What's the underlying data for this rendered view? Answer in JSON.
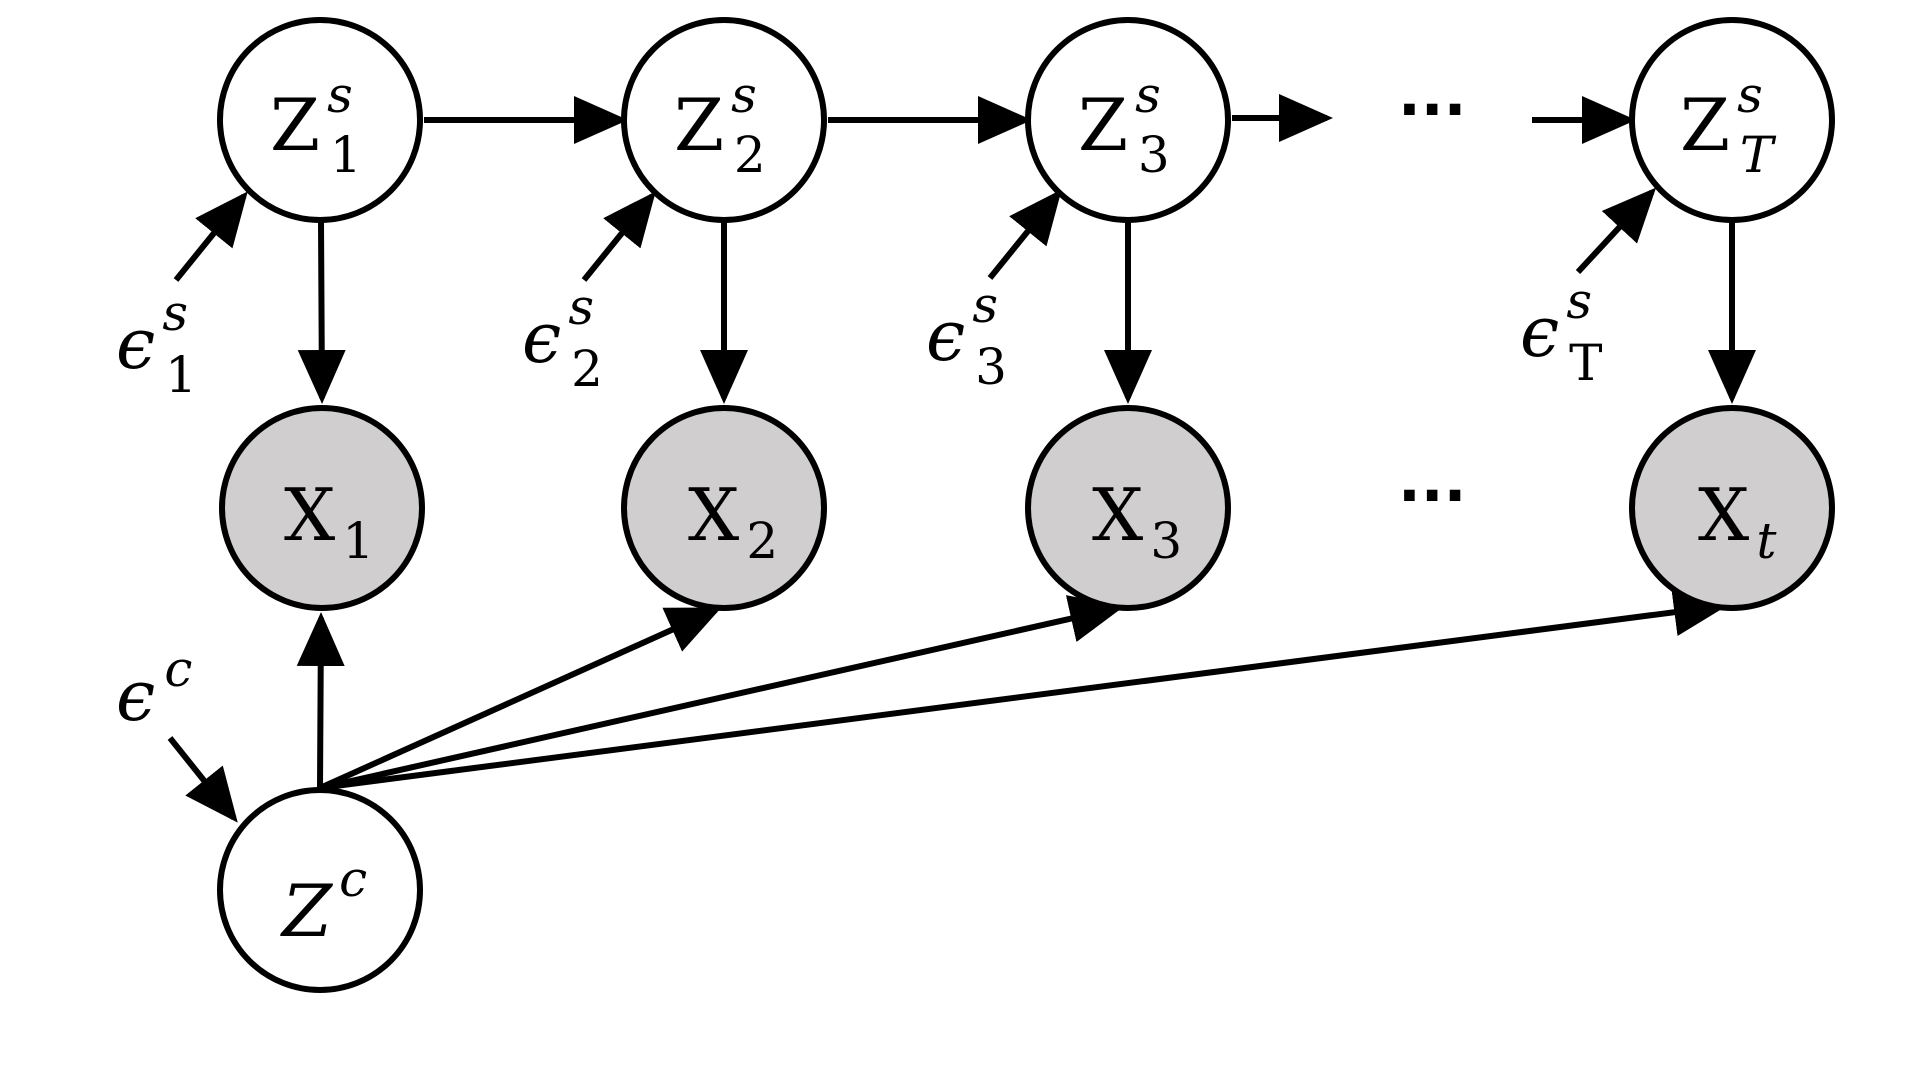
{
  "colors": {
    "latent_fill": "#ffffff",
    "observed_fill": "#d0cece",
    "stroke": "#000000"
  },
  "nodes": {
    "zs1": {
      "main": "Z",
      "sup": "s",
      "sub": "1"
    },
    "zs2": {
      "main": "Z",
      "sup": "s",
      "sub": "2"
    },
    "zs3": {
      "main": "Z",
      "sup": "s",
      "sub": "3"
    },
    "zsT": {
      "main": "Z",
      "sup": "s",
      "sub": "T"
    },
    "x1": {
      "main": "X",
      "sub": "1"
    },
    "x2": {
      "main": "X",
      "sub": "2"
    },
    "x3": {
      "main": "X",
      "sub": "3"
    },
    "xt": {
      "main": "X",
      "sub": "t"
    },
    "zc": {
      "main": "Z",
      "sup": "c"
    }
  },
  "noise": {
    "eps1": {
      "main": "ϵ",
      "sup": "s",
      "sub": "1"
    },
    "eps2": {
      "main": "ϵ",
      "sup": "s",
      "sub": "2"
    },
    "eps3": {
      "main": "ϵ",
      "sup": "s",
      "sub": "3"
    },
    "epsT": {
      "main": "ϵ",
      "sup": "s",
      "sub": "T"
    },
    "epsc": {
      "main": "ϵ",
      "sup": "c"
    }
  },
  "ellipsis": {
    "top": "···",
    "middle": "···"
  }
}
